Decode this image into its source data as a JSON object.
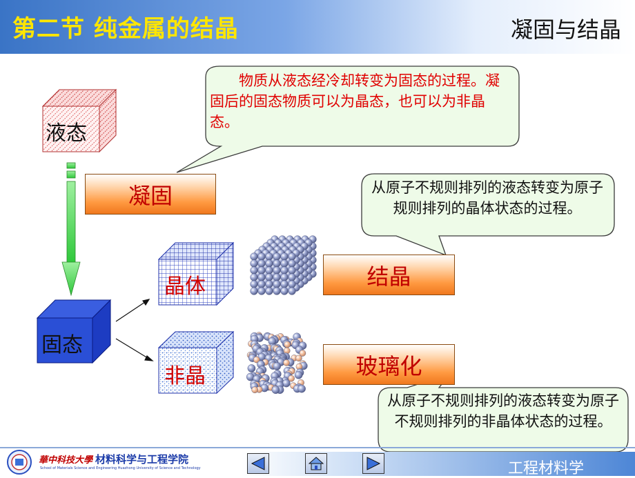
{
  "header": {
    "title": "第二节 纯金属的结晶",
    "subtitle": "凝固与结晶"
  },
  "callouts": {
    "solidification_def": "物质从液态经冷却转变为固态的过程。凝固后的固态物质可以为晶态，也可以为非晶态。",
    "crystallization_def": "从原子不规则排列的液态转变为原子规则排列的晶体状态的过程。",
    "vitrification_def": "从原子不规则排列的液态转变为原子不规则排列的非晶体状态的过程。"
  },
  "cubes": {
    "liquid": "液态",
    "solid": "固态",
    "crystal": "晶体",
    "amorphous": "非晶"
  },
  "process_boxes": {
    "solidification": "凝固",
    "crystallization": "结晶",
    "vitrification": "玻璃化"
  },
  "footer": {
    "university": "華中科技大學",
    "school": "材料科学与工程学院",
    "school_en": "School of Materials Science and Engineering Huazhong University of Science and Technology",
    "course": "工程材料学"
  },
  "colors": {
    "title_yellow": "#ffe600",
    "process_text_red": "#c00000",
    "callout_fill": "#eefbe8",
    "solid_cube_blue": "#2a4fd6",
    "arrow_green": "#3fd24a"
  }
}
